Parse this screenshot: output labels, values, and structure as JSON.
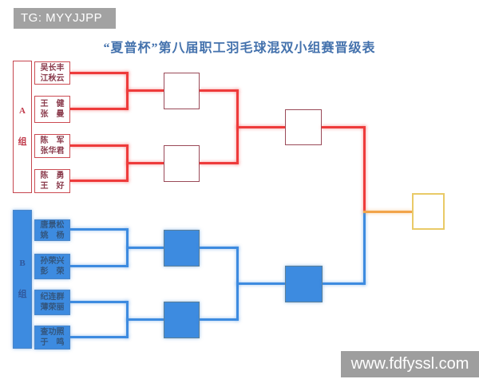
{
  "header": {
    "watermark_top": "TG: MYYJJPP",
    "title": "“夏普杯”第八届职工羽毛球混双小组赛晋级表"
  },
  "footer": {
    "watermark_bottom": "www.fdfyssl.com"
  },
  "groups": [
    {
      "letter": "A",
      "suffix": "组",
      "teams": [
        [
          "吴长丰",
          "江秋云"
        ],
        [
          "王　健",
          "张　曼"
        ],
        [
          "陈　军",
          "张华君"
        ],
        [
          "陈　勇",
          "王　好"
        ]
      ]
    },
    {
      "letter": "B",
      "suffix": "组",
      "teams": [
        [
          "唐景松",
          "姚　杨"
        ],
        [
          "孙荣兴",
          "彭　荣"
        ],
        [
          "纪连群",
          "薄荣丽"
        ],
        [
          "查功照",
          "于　鸣"
        ]
      ]
    }
  ],
  "colors": {
    "group_a_line": "#ee3b3b",
    "group_b_line": "#3d8be0",
    "final_line": "#f2a44a",
    "champion_box_border": "#e9ca67",
    "title_text": "#4472ad",
    "watermark_background": "#9e9e9e"
  }
}
